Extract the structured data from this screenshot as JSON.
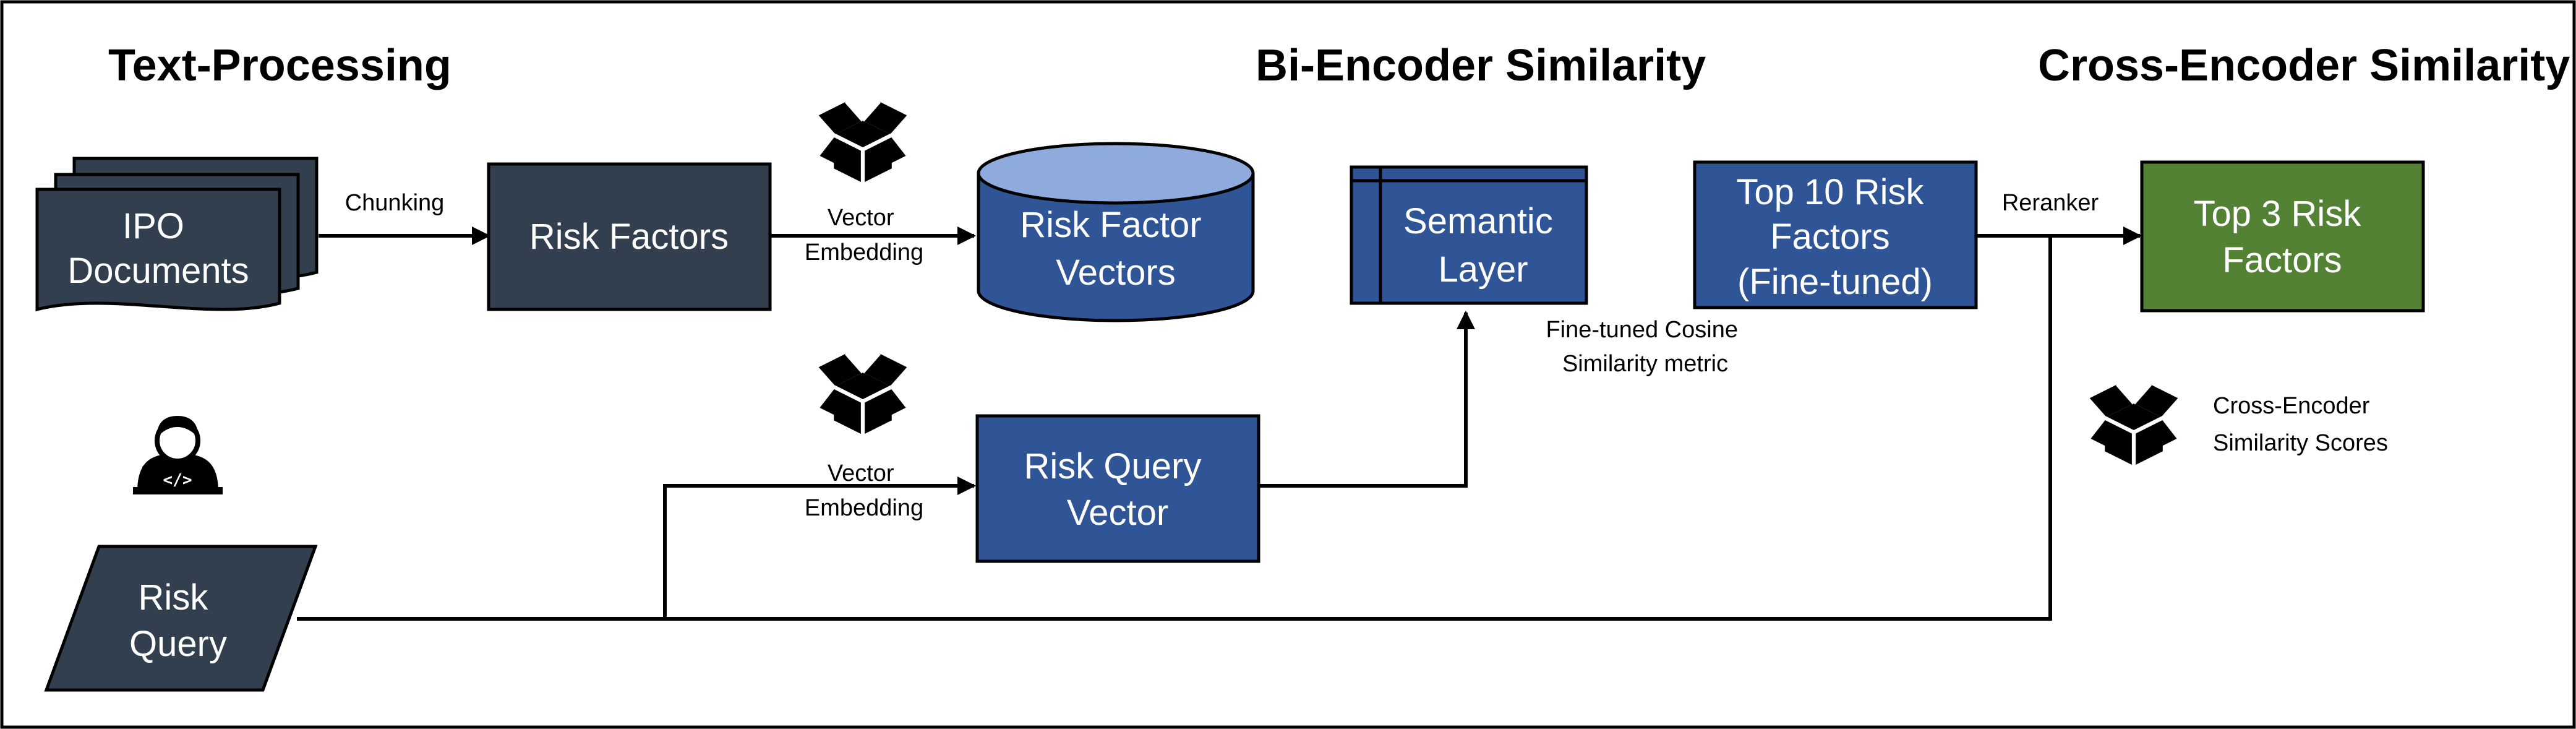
{
  "sections": {
    "text_processing": "Text-Processing",
    "bi_encoder": "Bi-Encoder Similarity",
    "cross_encoder": "Cross-Encoder Similarity"
  },
  "nodes": {
    "ipo_documents": [
      "IPO",
      "Documents"
    ],
    "risk_factors": [
      "Risk Factors"
    ],
    "risk_factor_vectors": [
      "Risk Factor",
      "Vectors"
    ],
    "semantic_layer": [
      "Semantic",
      "Layer"
    ],
    "top10": [
      "Top 10 Risk",
      "Factors",
      "(Fine-tuned)"
    ],
    "top3": [
      "Top 3 Risk",
      "Factors"
    ],
    "risk_query_vector": [
      "Risk Query",
      "Vector"
    ],
    "risk_query": [
      "Risk",
      "Query"
    ]
  },
  "edge_labels": {
    "chunking": [
      "Chunking"
    ],
    "vector_embedding_top": [
      "Vector",
      "Embedding"
    ],
    "vector_embedding_bottom": [
      "Vector",
      "Embedding"
    ],
    "cosine": [
      "Fine-tuned Cosine",
      "Similarity metric"
    ],
    "reranker": [
      "Reranker"
    ],
    "cross_scores": [
      "Cross-Encoder",
      "Similarity Scores"
    ]
  },
  "icons": {
    "model_box": "model-box-icon",
    "user": "user-laptop-icon"
  },
  "colors": {
    "dark_navy": "#323F4F",
    "blue": "#2F5597",
    "light_blue": "#8FAADC",
    "green": "#548235",
    "border": "#000000"
  }
}
